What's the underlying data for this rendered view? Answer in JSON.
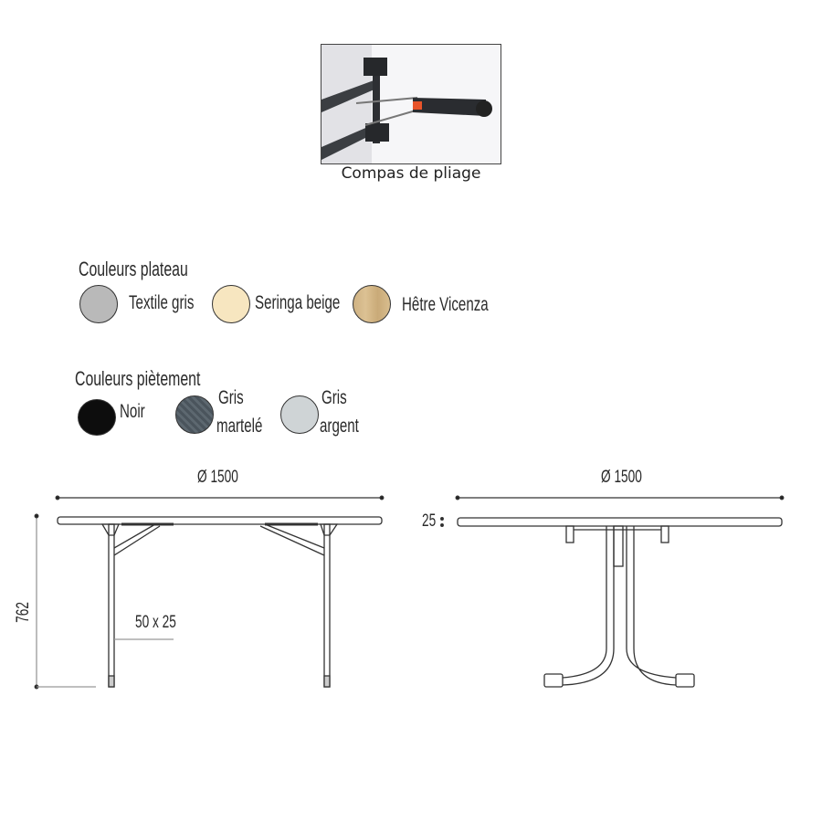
{
  "photo": {
    "caption": "Compas de pliage"
  },
  "plateau": {
    "title": "Couleurs plateau",
    "swatches": [
      {
        "label": "Textile gris",
        "color": "#b9b9b9"
      },
      {
        "label": "Seringa beige",
        "color": "#f7e6c0"
      },
      {
        "label": "Hêtre Vicenza",
        "color": "#d6b98a"
      }
    ]
  },
  "pietement": {
    "title": "Couleurs piètement",
    "swatches": [
      {
        "label": "Noir",
        "color": "#0d0d0d"
      },
      {
        "label_line1": "Gris",
        "label_line2": "martelé",
        "color": "#4a545c"
      },
      {
        "label_line1": "Gris",
        "label_line2": "argent",
        "color": "#cfd4d6"
      }
    ]
  },
  "drawings": {
    "left": {
      "width_label": "Ø 1500",
      "height_label": "762",
      "tube_label": "50 x 25"
    },
    "right": {
      "width_label": "Ø 1500",
      "thickness_label": "25"
    }
  }
}
